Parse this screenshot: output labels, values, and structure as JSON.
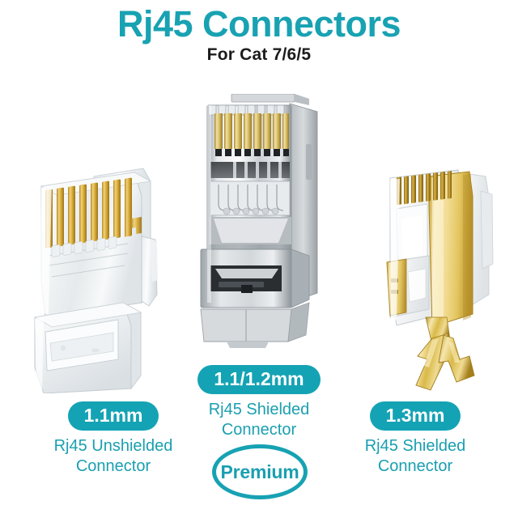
{
  "header": {
    "title": "Rj45 Connectors",
    "subtitle": "For Cat 7/6/5"
  },
  "theme": {
    "teal": "#18A2B2",
    "badge_teal": "#14A3B4",
    "caption_teal": "#1A9FB0",
    "subtitle_black": "#1b1b1b",
    "background": "#ffffff",
    "gold": "#C9A227",
    "silver": "#BFC3C6",
    "clear_plastic": "#F2F4F5"
  },
  "products": [
    {
      "id": "left",
      "size_badge": "1.1mm",
      "caption": "Rj45 Unshielded\nConnector",
      "body_material": "clear-plastic",
      "pin_count": 8,
      "pin_material": "gold"
    },
    {
      "id": "center",
      "size_badge": "1.1/1.2mm",
      "caption": "Rj45 Shielded\nConnector",
      "body_material": "metal-shield-silver",
      "pin_count": 8,
      "pin_material": "gold"
    },
    {
      "id": "right",
      "size_badge": "1.3mm",
      "caption": "Rj45 Shielded\nConnector",
      "body_material": "gold-plated-shield",
      "pin_count": 8,
      "pin_material": "gold"
    }
  ],
  "seal": {
    "label": "Premium"
  }
}
